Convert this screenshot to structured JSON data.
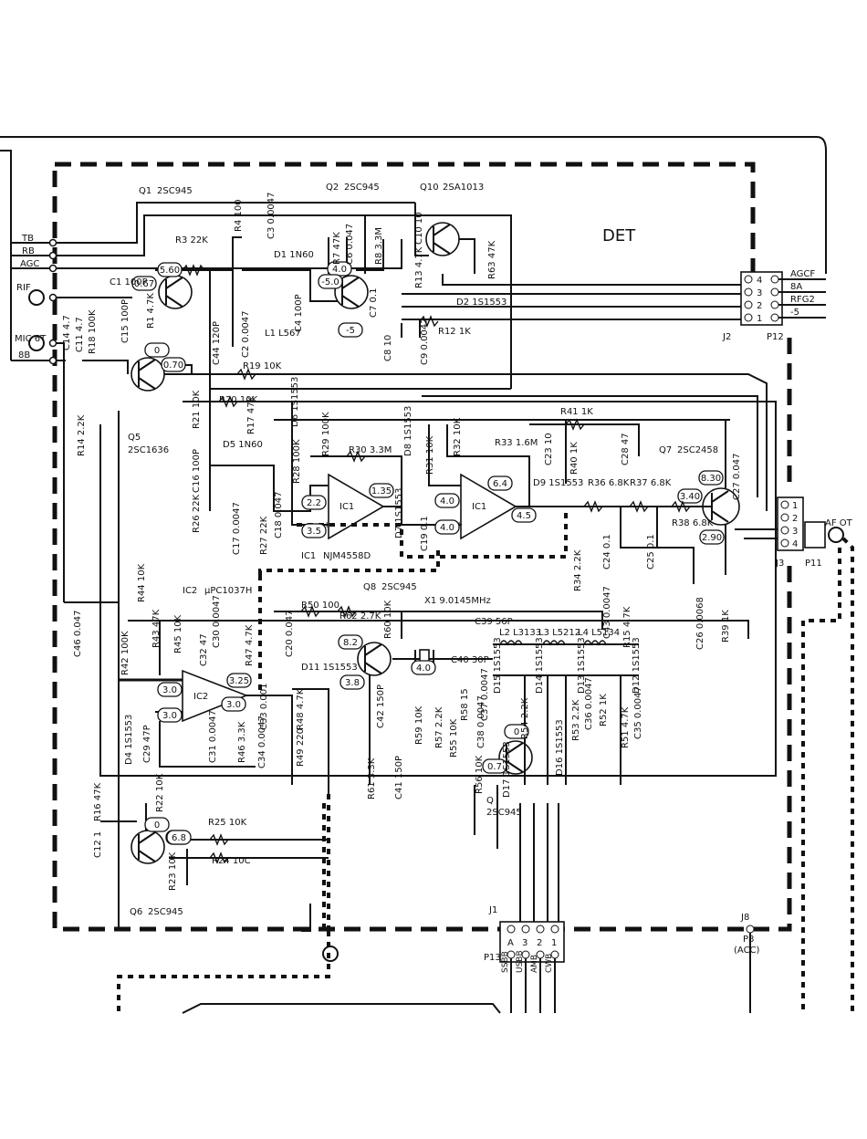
{
  "title": "DET",
  "inputs": [
    "TB",
    "RB",
    "AGC",
    "RIF",
    "MIC 6T",
    "8B"
  ],
  "connector_j2": {
    "name": "J2",
    "plug": "P12",
    "pins": [
      "4",
      "3",
      "2",
      "1"
    ],
    "signals": [
      "AGCF",
      "8A",
      "RFG2",
      "-5"
    ]
  },
  "connector_j3": {
    "name": "J3",
    "plug": "P11",
    "pins": [
      "1",
      "2",
      "3",
      "4"
    ],
    "signal": "AF OT"
  },
  "connector_j1": {
    "name": "J1",
    "plug": "P13",
    "pins": [
      "A",
      "3",
      "2",
      "1"
    ],
    "signals": [
      "SSBB",
      "USBB",
      "AMB",
      "CWB"
    ]
  },
  "connector_j8": {
    "name": "J8",
    "plug": "P8",
    "note": "(ACC)"
  },
  "transistors": [
    {
      "ref": "Q1",
      "part": "2SC945"
    },
    {
      "ref": "Q2",
      "part": "2SC945"
    },
    {
      "ref": "Q10",
      "part": "2SA1013"
    },
    {
      "ref": "Q5",
      "part": "2SC1636"
    },
    {
      "ref": "Q7",
      "part": "2SC2458"
    },
    {
      "ref": "Q8",
      "part": "2SC945"
    },
    {
      "ref": "Q6",
      "part": "2SC945"
    },
    {
      "ref": "Q",
      "part": "2SC945"
    }
  ],
  "ics": [
    {
      "ref": "IC1",
      "part": "NJM4558D"
    },
    {
      "ref": "IC2",
      "part": "μPC1037H"
    }
  ],
  "crystal": "X1 9.0145MHz",
  "voltages": [
    "5.60",
    "0.67",
    "0",
    "0.70",
    "4.0",
    "-5.0",
    "-5",
    "2.2",
    "3.5",
    "1.35",
    "4.0",
    "4.0",
    "6.4",
    "4.5",
    "8.30",
    "3.40",
    "2.90",
    "6.8",
    "3.0",
    "3.0",
    "3.25",
    "3.0",
    "8.2",
    "3.8",
    "4.0",
    "0.7",
    "0",
    "0",
    "6.8"
  ],
  "components": {
    "r3": "R3 22K",
    "r4": "R4 100",
    "c3": "C3 0.0047",
    "d1": "D1 1N60",
    "r7": "R7 47K",
    "c6": "C6 0.047",
    "r8": "R8 3.3M",
    "c10": "C10 10",
    "r13": "R13 4.7K",
    "r63": "R63 47K",
    "d2": "D2 1S1553",
    "r12": "R12 1K",
    "c1": "C1 100P",
    "r1": "R1 4.7K",
    "c15": "C15 100P",
    "c44": "C44 120P",
    "c2": "C2 0.0047",
    "l1": "L1 L567",
    "c4": "C4 100P",
    "c7": "C7 0.1",
    "c8": "C8 10",
    "c9": "C9 0.0047",
    "c14": "C14 4.7",
    "c11": "C11 4.7",
    "r18": "R18 100K",
    "r19": "R19 10K",
    "r20": "R20 10K",
    "r21": "R21 10K",
    "r14": "R14 2.2K",
    "c16": "C16 100P",
    "d5": "D5 1N60",
    "r26": "R26 22K",
    "c17": "C17 0.0047",
    "r27": "R27 22K",
    "c18": "C18 0.047",
    "r17": "R17 47K",
    "d6": "D6 1S1553",
    "r28": "R28 100K",
    "r29": "R29 100K",
    "r30": "R30 3.3M",
    "d8": "D8 1S1553",
    "r31": "R31 10K",
    "r32": "R32 10K",
    "r33": "R33 1.6M",
    "c23": "C23 10",
    "r40": "R40 1K",
    "r41": "R41 1K",
    "c28": "C28 47",
    "d9": "D9 1S1553",
    "r36": "R36 6.8K",
    "r37": "R37 6.8K",
    "r38": "R38 6.8K",
    "c27": "C27 0.047",
    "d7": "D7 1S1553",
    "c19": "C19 0.1",
    "r34": "R34 2.2K",
    "c24": "C24 0.1",
    "c25": "C25 0.1",
    "c26": "C26 0.0068",
    "r39": "R39 1K",
    "c46": "C46 0.047",
    "r42": "R42 100K",
    "r44": "R44 10K",
    "r43": "R43 47K",
    "r45": "R45 10K",
    "c30": "C30 0.0047",
    "c32": "C32 47",
    "r47": "R47 4.7K",
    "c20": "C20 0.047",
    "r50": "R50 100",
    "r62": "R62 2.7K",
    "r60": "R60 10K",
    "c39": "C39 56P",
    "c40": "C40 30P",
    "l2": "L2 L3133",
    "l3": "L3 L5212",
    "l4": "L4 L5134",
    "r15": "R15 4.7K",
    "c43": "C43 0.0047",
    "d11": "D11 1S1553",
    "c33": "C33 0.001",
    "r48": "R48 4.7K",
    "r49": "R49 220",
    "r46": "R46 3.3K",
    "c34": "C34 0.0047",
    "c31": "C31 0.0047",
    "c29": "C29 47P",
    "d4": "D4 1S1553",
    "c42": "C42 150P",
    "r61": "R61 3.3K",
    "c41": "C41 150P",
    "r59": "R59 10K",
    "d15": "D15 1S1553",
    "d14": "D14 1S1553",
    "d13": "D13 1S1553",
    "d12": "D12 1S1553",
    "r58": "R58 15",
    "r57": "R57 2.2K",
    "r55": "R55 10K",
    "c37": "C37 0.0047",
    "c38": "C38 0.0047",
    "r54": "R54 2.2K",
    "r53": "R53 2.2K",
    "c36": "C36 0.0047",
    "r52": "R52 1K",
    "r51": "R51 4.7K",
    "c35": "C35 0.0047",
    "r56": "R56 10K",
    "d17": "D17 1S1553",
    "d16": "D16 1S1553",
    "r16": "R16 47K",
    "c12": "C12 1",
    "r22": "R22 10K",
    "r25": "R25 10K",
    "r24": "R24 10C",
    "r23": "R23 10K"
  }
}
